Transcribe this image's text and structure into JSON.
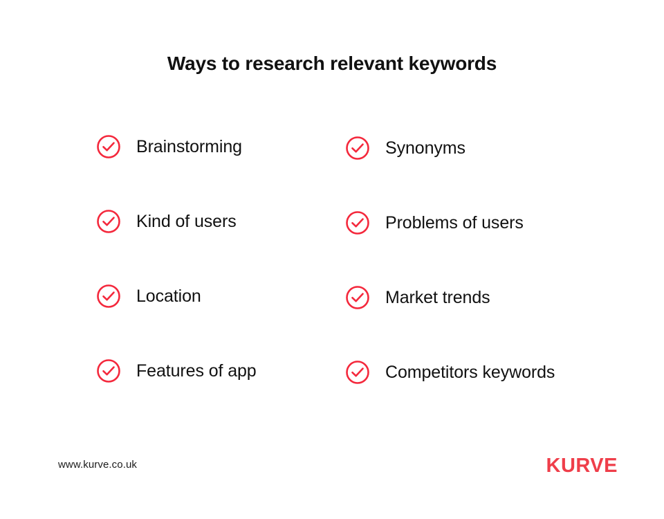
{
  "slide": {
    "background_color": "#ffffff",
    "title": "Ways to research relevant keywords",
    "accent_color": "#f4283c",
    "logo_color": "#ef3e4a",
    "text_color": "#111111"
  },
  "checklist": {
    "icon_name": "circle-check-icon",
    "items": [
      {
        "label": "Brainstorming",
        "column": "left"
      },
      {
        "label": "Synonyms",
        "column": "right"
      },
      {
        "label": "Kind of users",
        "column": "left"
      },
      {
        "label": "Problems of users",
        "column": "right"
      },
      {
        "label": "Location",
        "column": "left"
      },
      {
        "label": "Market trends",
        "column": "right"
      },
      {
        "label": "Features of app",
        "column": "left"
      },
      {
        "label": "Competitors keywords",
        "column": "right"
      }
    ]
  },
  "footer": {
    "url": "www.kurve.co.uk",
    "logo_text": "KURVE"
  }
}
